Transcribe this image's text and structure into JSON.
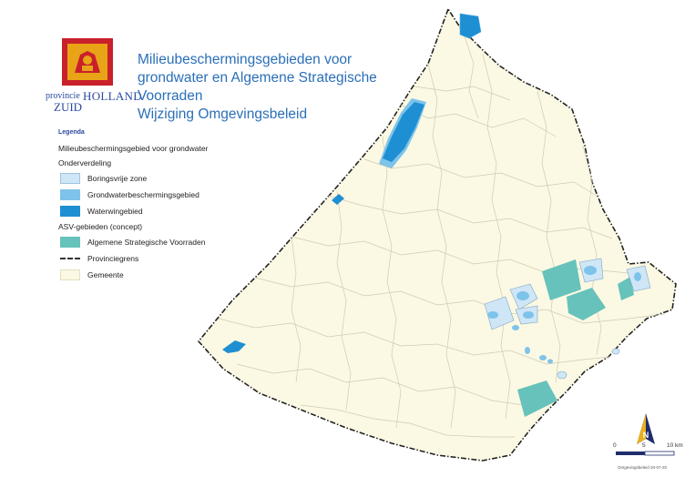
{
  "title": {
    "line1": "Milieubeschermingsgebieden voor",
    "line2": "grondwater en Algemene Strategische",
    "line3": "Voorraden",
    "line4": "Wijziging Omgevingsbeleid"
  },
  "logo": {
    "provincie": "provincie",
    "zuid": "ZUID",
    "holland": "HOLLAND"
  },
  "legend": {
    "heading": "Legenda",
    "group1": "Milieubeschermingsgebied voor grondwater",
    "subgroup": "Onderverdeling",
    "items1": [
      {
        "label": "Boringsvrije zone",
        "color": "#cfe6f7"
      },
      {
        "label": "Grondwaterbeschermingsgebied",
        "color": "#7ec3ea"
      },
      {
        "label": "Waterwingebied",
        "color": "#1e8fd2"
      }
    ],
    "group2": "ASV-gebieden (concept)",
    "items2": [
      {
        "label": "Algemene Strategische Voorraden",
        "color": "#66c2bb"
      }
    ],
    "provinciegrens": "Provinciegrens",
    "gemeente": {
      "label": "Gemeente",
      "color": "#fbf8e3"
    }
  },
  "scalebar": {
    "labels": [
      "0",
      "5",
      "10 km"
    ]
  },
  "north_label": "N",
  "footer": "Omgevingsbeleid 20-07-20"
}
